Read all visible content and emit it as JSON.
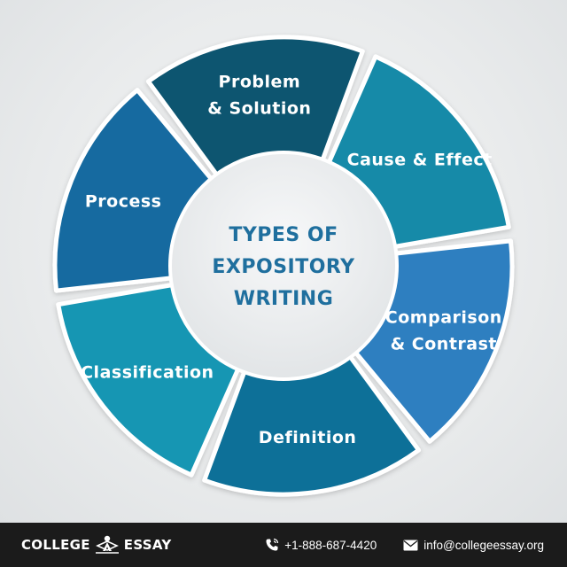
{
  "center": {
    "lines": [
      "TYPES OF",
      "EXPOSITORY",
      "WRITING"
    ]
  },
  "segments": [
    {
      "lines": [
        "Cause & Effect"
      ],
      "color": "#158aa8"
    },
    {
      "lines": [
        "Comparison",
        "& Contrast"
      ],
      "color": "#2f7fc0"
    },
    {
      "lines": [
        "Definition"
      ],
      "color": "#0f6f98"
    },
    {
      "lines": [
        "Classification"
      ],
      "color": "#1996b3"
    },
    {
      "lines": [
        "Process"
      ],
      "color": "#146aa0"
    },
    {
      "lines": [
        "Problem",
        "& Solution"
      ],
      "color": "#0d5470"
    }
  ],
  "footer": {
    "brand_left": "COLLEGE",
    "brand_right": "ESSAY",
    "phone": "+1-888-687-4420",
    "email": "info@collegeessay.org",
    "logo_icon": "graduate-cap-icon",
    "phone_icon": "phone-icon",
    "email_icon": "envelope-icon"
  },
  "colors": {
    "center_text": "#1f6f9e",
    "footer_bg": "#1b1b1b"
  }
}
